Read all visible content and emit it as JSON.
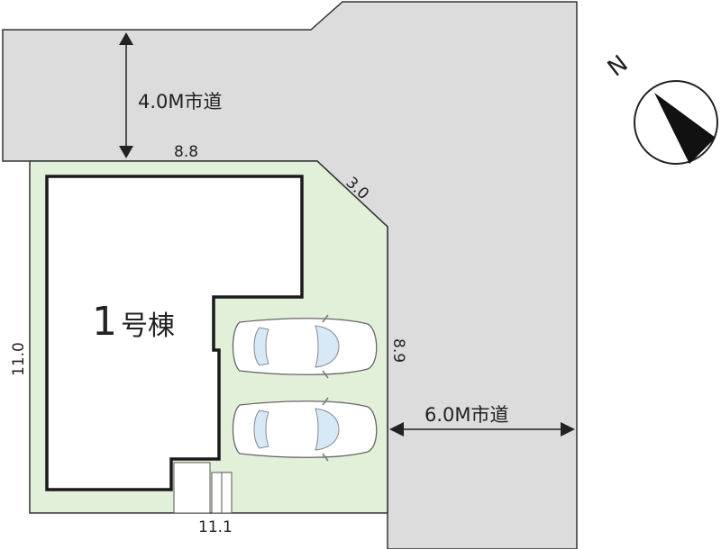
{
  "roads": {
    "north": {
      "label": "4.0M市道"
    },
    "east": {
      "label": "6.0M市道"
    }
  },
  "building": {
    "number": "1",
    "suffix": "号棟"
  },
  "dimensions": {
    "top": "8.8",
    "corner": "3.0",
    "left": "11.0",
    "right": "8.9",
    "bottom": "11.1"
  },
  "compass": {
    "label": "N"
  },
  "parking": {
    "car_count": 2
  },
  "colors": {
    "road": "#dcdcdc",
    "lot": "#e2efd9",
    "outline": "#1a1a1a",
    "car_glass": "#d7e8f7"
  }
}
